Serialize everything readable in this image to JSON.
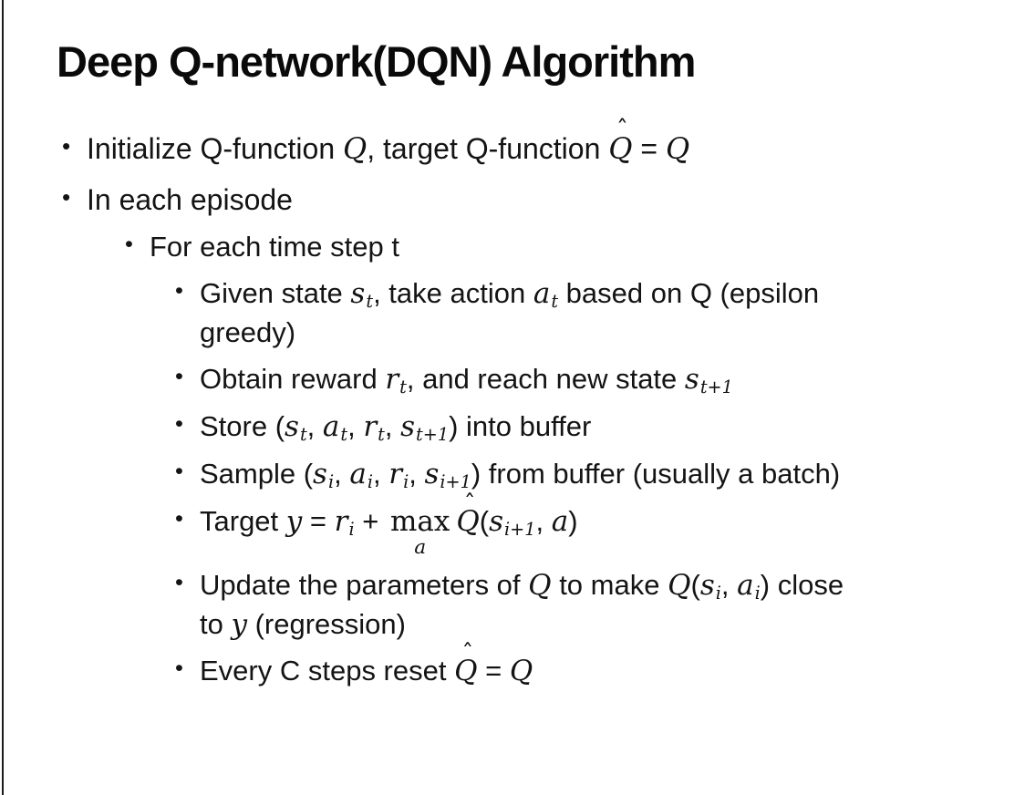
{
  "slide": {
    "title": "Deep Q-network(DQN) Algorithm",
    "bullet_char": "•",
    "hat_char": "ˆ",
    "background": "#ffffff",
    "text_color": "#141414",
    "left_edge_color": "#1a1a1a",
    "bullets": [
      {
        "level": 1,
        "segments": [
          {
            "t": "Initialize Q-function "
          },
          {
            "m": "Q"
          },
          {
            "t": ", target Q-function "
          },
          {
            "m": "Q",
            "hat": true
          },
          {
            "t": " = "
          },
          {
            "m": "Q"
          }
        ]
      },
      {
        "level": 1,
        "segments": [
          {
            "t": "In each episode"
          }
        ]
      },
      {
        "level": 2,
        "segments": [
          {
            "t": "For each time step t"
          }
        ]
      },
      {
        "level": 3,
        "segments": [
          {
            "t": "Given state "
          },
          {
            "m": "s",
            "sub": "t"
          },
          {
            "t": ", take action "
          },
          {
            "m": "a",
            "sub": "t"
          },
          {
            "t": " based on Q (epsilon"
          },
          {
            "br": true
          },
          {
            "t": "greedy)"
          }
        ]
      },
      {
        "level": 3,
        "segments": [
          {
            "t": "Obtain reward "
          },
          {
            "m": "r",
            "sub": "t"
          },
          {
            "t": ", and reach new state "
          },
          {
            "m": "s",
            "sub": "t+1"
          }
        ]
      },
      {
        "level": 3,
        "segments": [
          {
            "t": "Store ("
          },
          {
            "m": "s",
            "sub": "t"
          },
          {
            "t": ", "
          },
          {
            "m": "a",
            "sub": "t"
          },
          {
            "t": ", "
          },
          {
            "m": "r",
            "sub": "t"
          },
          {
            "t": ", "
          },
          {
            "m": "s",
            "sub": "t+1"
          },
          {
            "t": ") into buffer"
          }
        ]
      },
      {
        "level": 3,
        "segments": [
          {
            "t": "Sample ("
          },
          {
            "m": "s",
            "sub": "i"
          },
          {
            "t": ", "
          },
          {
            "m": "a",
            "sub": "i"
          },
          {
            "t": ", "
          },
          {
            "m": "r",
            "sub": "i"
          },
          {
            "t": ", "
          },
          {
            "m": "s",
            "sub": "i+1"
          },
          {
            "t": ") from buffer (usually a batch)"
          }
        ]
      },
      {
        "level": 3,
        "segments": [
          {
            "t": "Target "
          },
          {
            "m": "y"
          },
          {
            "t": " = "
          },
          {
            "m": "r",
            "sub": "i"
          },
          {
            "t": " + "
          },
          {
            "op": "max",
            "under": "a"
          },
          {
            "m": "Q",
            "hat": true
          },
          {
            "t": "("
          },
          {
            "m": "s",
            "sub": "i+1"
          },
          {
            "t": ", "
          },
          {
            "m": "a"
          },
          {
            "t": ")"
          }
        ]
      },
      {
        "level": 3,
        "segments": [
          {
            "t": "Update the parameters of "
          },
          {
            "m": "Q"
          },
          {
            "t": " to make "
          },
          {
            "m": "Q"
          },
          {
            "t": "("
          },
          {
            "m": "s",
            "sub": "i"
          },
          {
            "t": ", "
          },
          {
            "m": "a",
            "sub": "i"
          },
          {
            "t": ") close"
          },
          {
            "br": true
          },
          {
            "t": "to "
          },
          {
            "m": "y"
          },
          {
            "t": " (regression)"
          }
        ]
      },
      {
        "level": 3,
        "segments": [
          {
            "t": "Every C steps reset "
          },
          {
            "m": "Q",
            "hat": true
          },
          {
            "t": " = "
          },
          {
            "m": "Q"
          }
        ]
      }
    ]
  }
}
